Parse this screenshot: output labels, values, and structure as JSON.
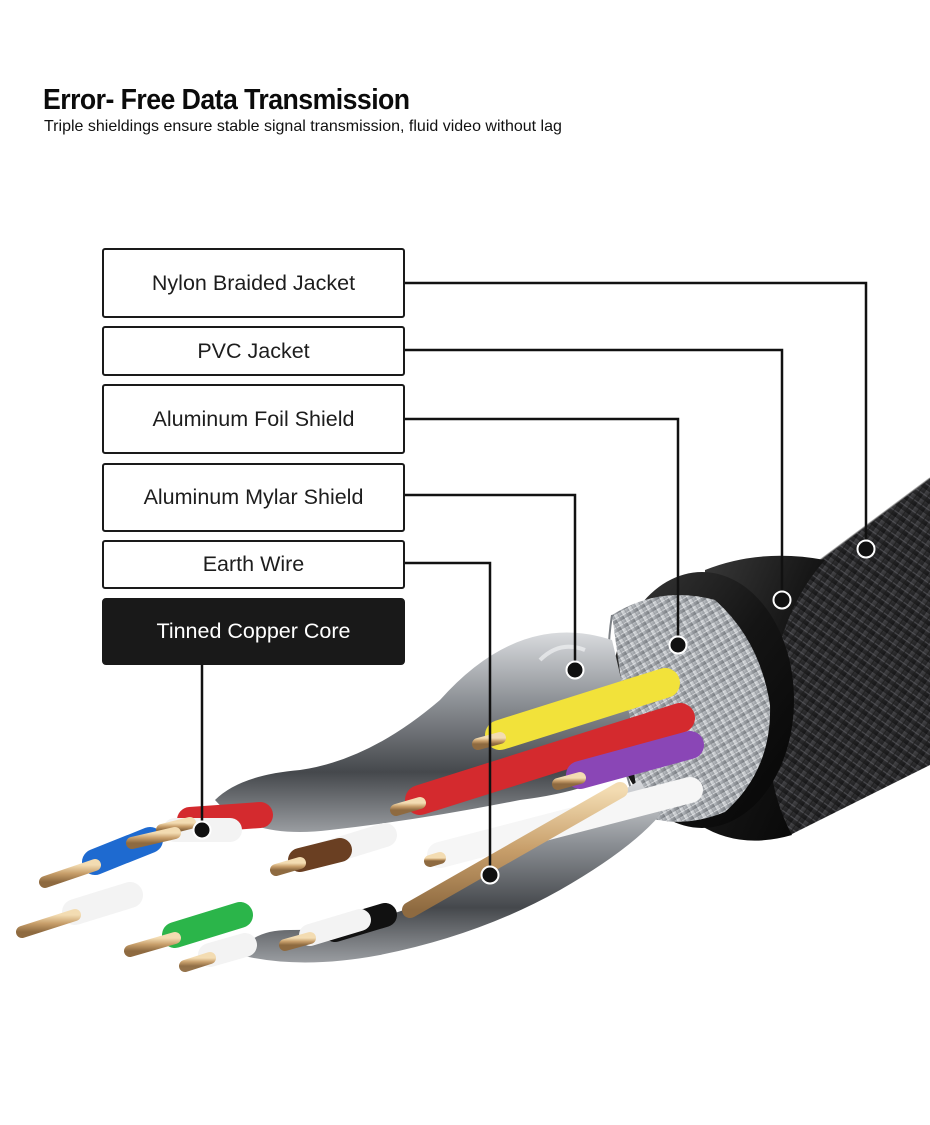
{
  "header": {
    "title": "Error- Free Data Transmission",
    "subtitle": "Triple shieldings ensure stable signal transmission, fluid video without lag"
  },
  "layers": [
    {
      "label": "Nylon Braided Jacket"
    },
    {
      "label": "PVC Jacket"
    },
    {
      "label": "Aluminum Foil Shield"
    },
    {
      "label": "Aluminum Mylar Shield"
    },
    {
      "label": "Earth Wire"
    },
    {
      "label": "Tinned Copper Core",
      "highlighted": true
    }
  ],
  "colors": {
    "jacket": "#2b2b2d",
    "pvc": "#151515",
    "foil": "#b9bcc0",
    "conductor_copper": "#c9a77a",
    "wire_colors": [
      "#f2e23a",
      "#d42a2e",
      "#8a46b6",
      "#ffffff",
      "#1e6ad0",
      "#2bb54a",
      "#6a3f22",
      "#111111"
    ]
  }
}
